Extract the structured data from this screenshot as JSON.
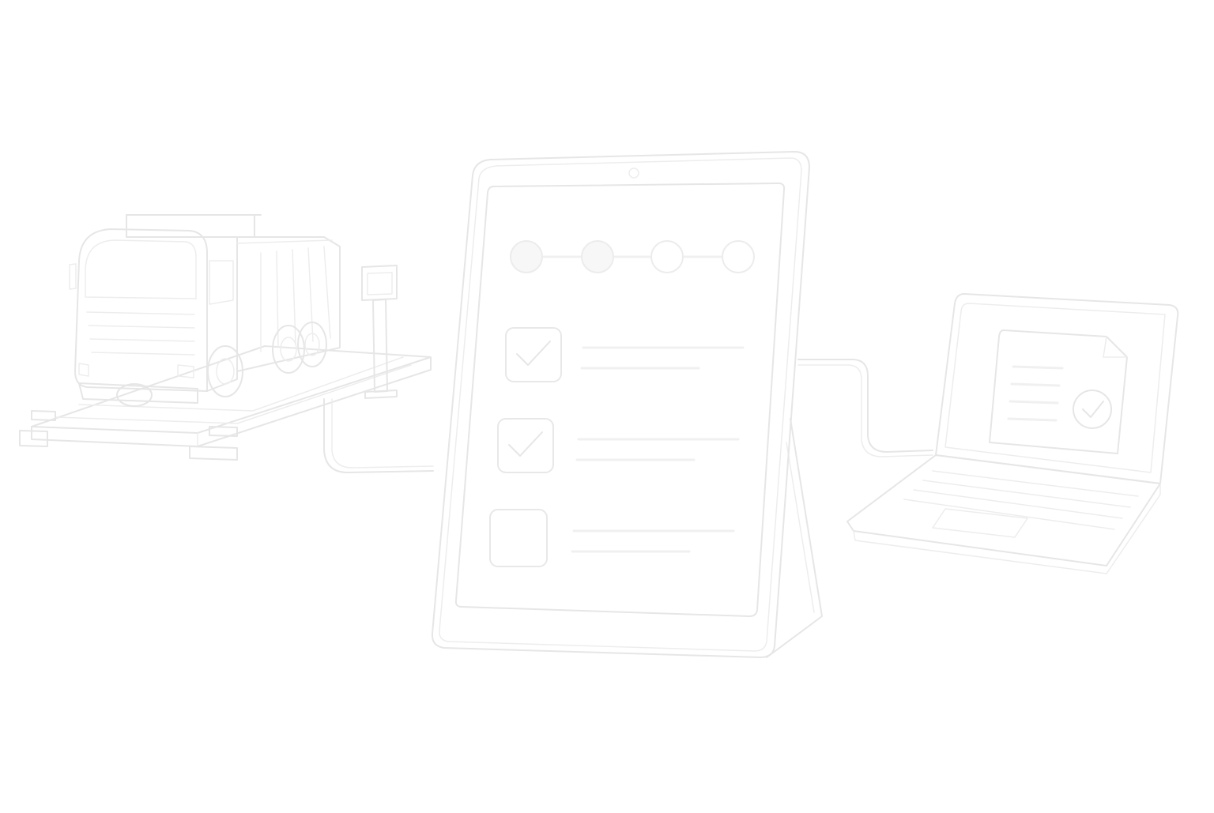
{
  "illustration": {
    "elements": [
      "truck-icon",
      "weighbridge-scale",
      "scale-indicator-terminal",
      "tablet-device",
      "laptop-device"
    ],
    "checklist": {
      "steps_total": 4,
      "steps_completed": 2,
      "items": [
        {
          "checked": true
        },
        {
          "checked": true
        },
        {
          "checked": false
        }
      ]
    },
    "line_color": "#e6e6e6",
    "background": "#ffffff"
  }
}
